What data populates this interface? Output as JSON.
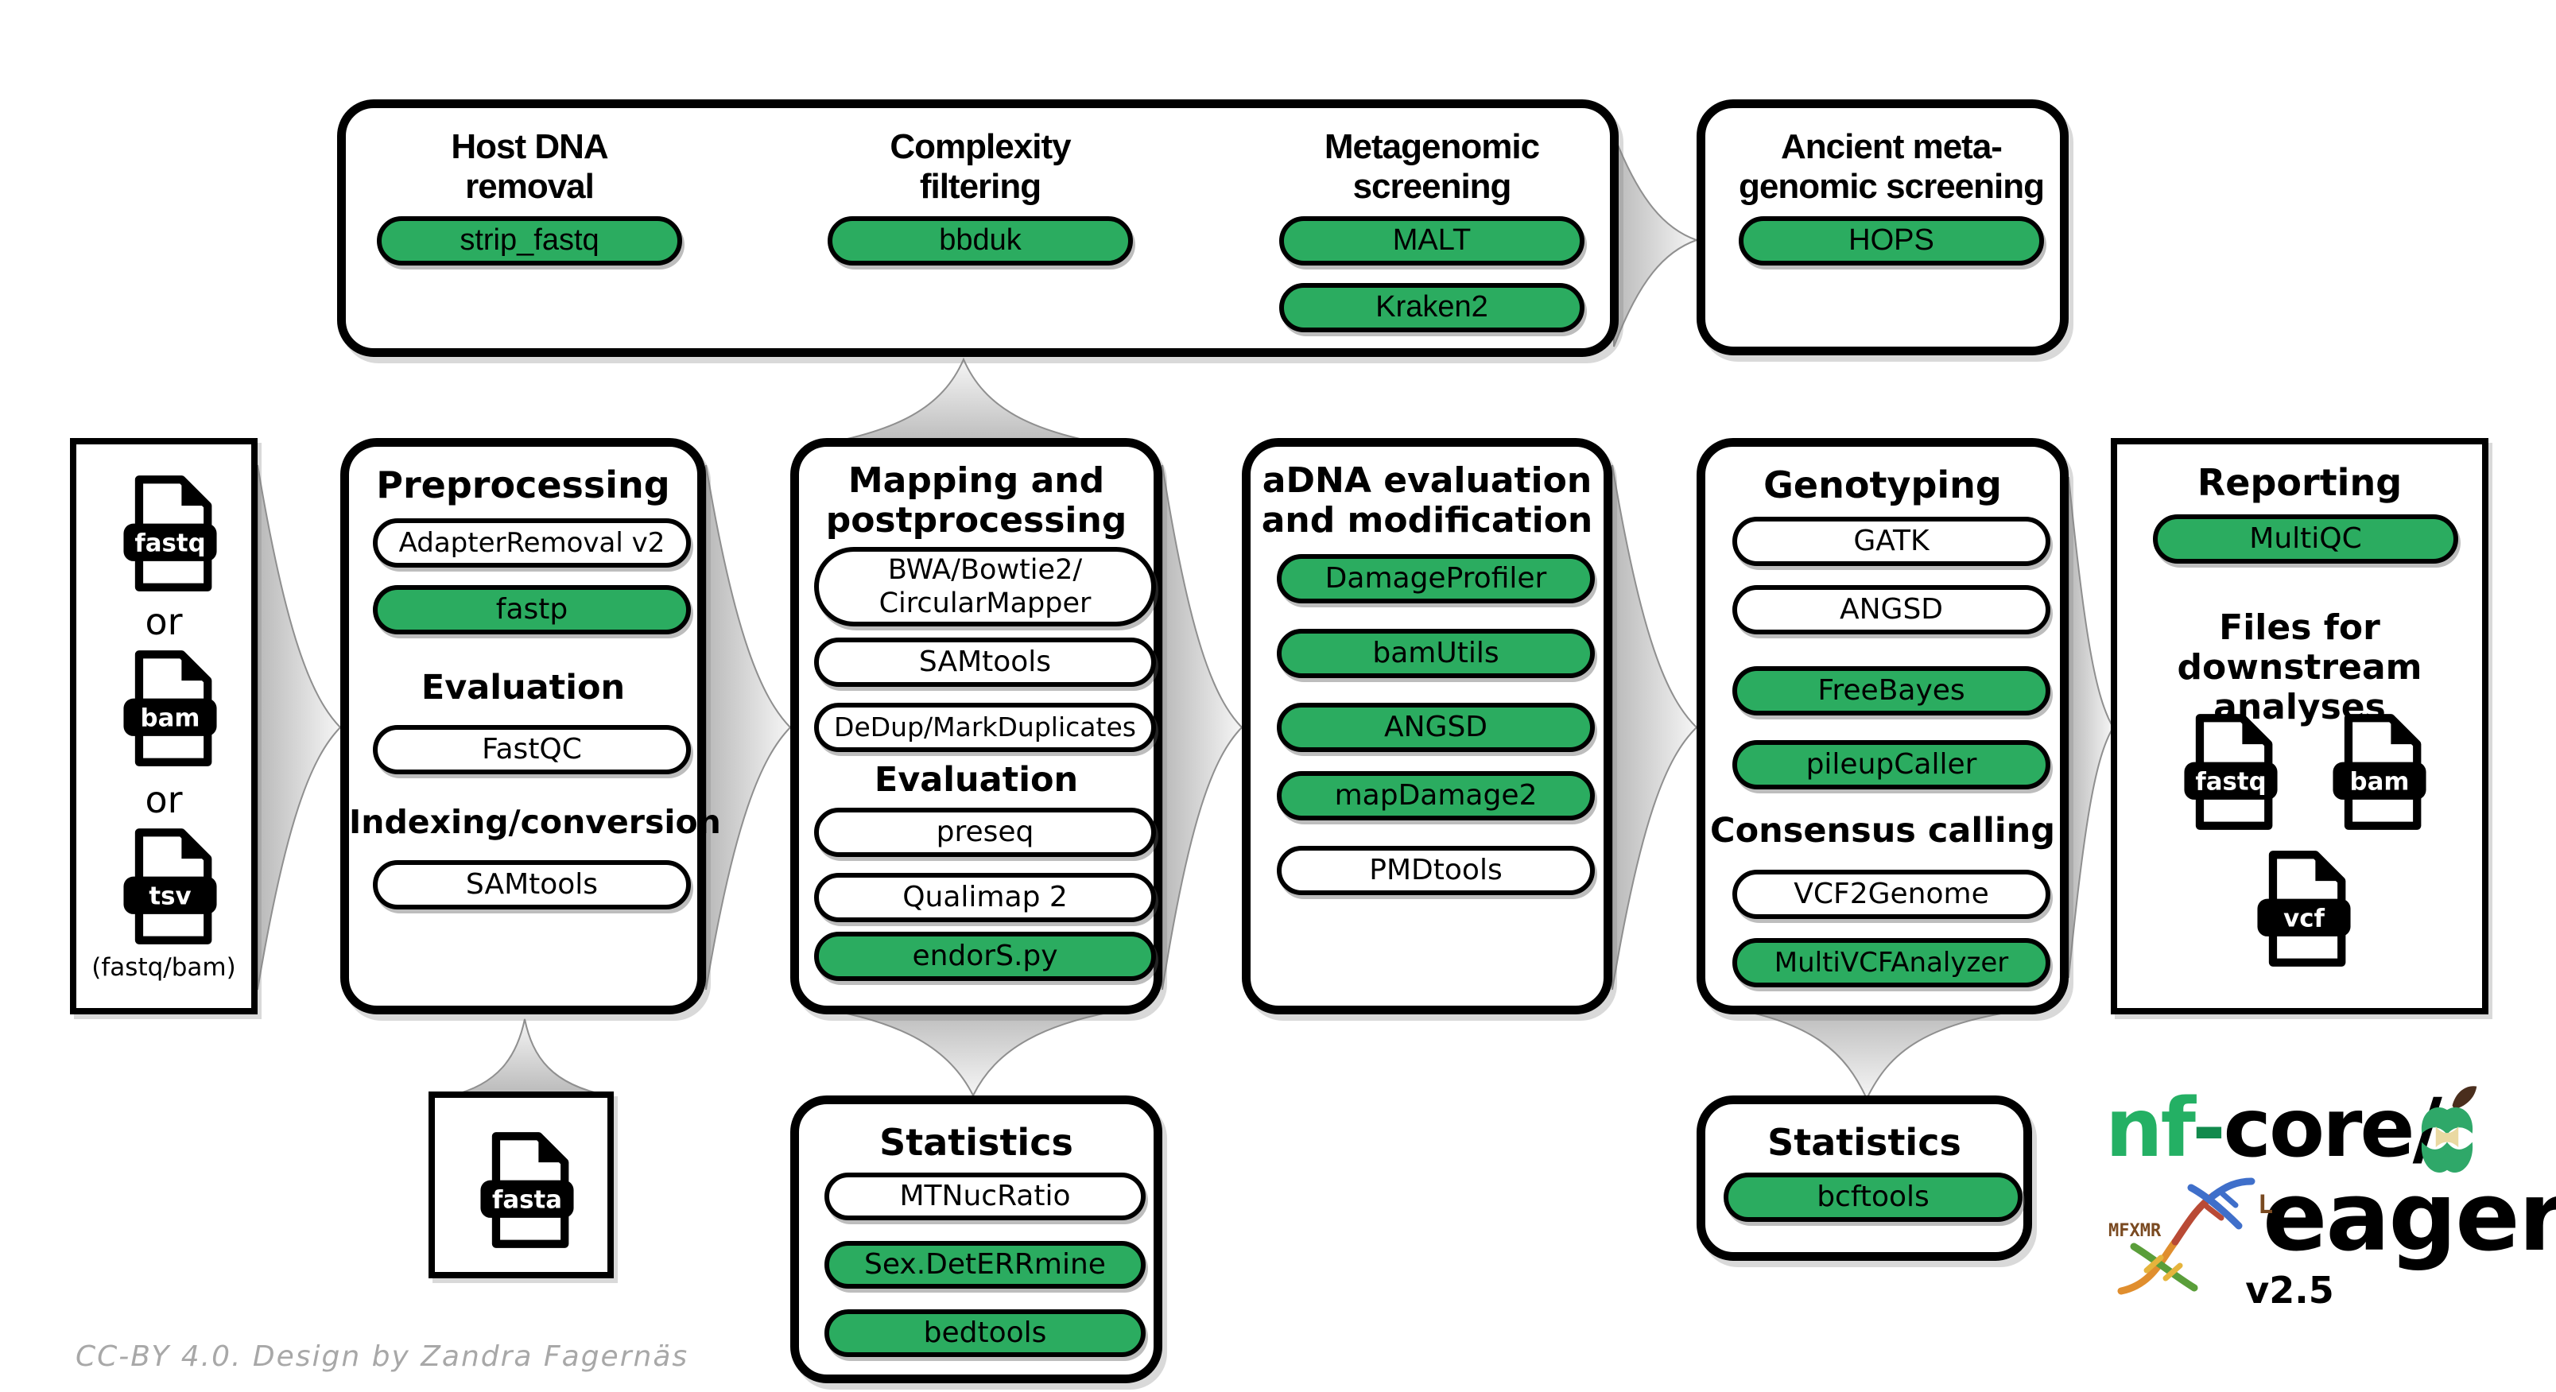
{
  "colors": {
    "green": "#2bac60",
    "logo_green": "#24b064",
    "arrow_gray": "#c0c0c0"
  },
  "top_row": {
    "host_title": "Host DNA\nremoval",
    "host_pill": "strip_fastq",
    "complexity_title": "Complexity\nfiltering",
    "complexity_pill": "bbduk",
    "metagenomic_title": "Metagenomic\nscreening",
    "metagenomic_pill1": "MALT",
    "metagenomic_pill2": "Kraken2",
    "ancient_title": "Ancient meta-\ngenomic screening",
    "ancient_pill": "HOPS"
  },
  "input_column": {
    "file1": "fastq",
    "or1": "or",
    "file2": "bam",
    "or2": "or",
    "file3": "tsv",
    "caption": "(fastq/bam)"
  },
  "preprocessing": {
    "title": "Preprocessing",
    "pill1": "AdapterRemoval v2",
    "pill2": "fastp",
    "sub1": "Evaluation",
    "pill3": "FastQC",
    "sub2": "Indexing/conversion",
    "pill4": "SAMtools"
  },
  "mapping": {
    "title": "Mapping and\npostprocessing",
    "pill1": "BWA/Bowtie2/\nCircularMapper",
    "pill2": "SAMtools",
    "pill3": "DeDup/MarkDuplicates",
    "sub1": "Evaluation",
    "pill4": "preseq",
    "pill5": "Qualimap 2",
    "pill6": "endorS.py"
  },
  "adna": {
    "title": "aDNA evaluation\nand modification",
    "pill1": "DamageProfiler",
    "pill2": "bamUtils",
    "pill3": "ANGSD",
    "pill4": "mapDamage2",
    "pill5": "PMDtools"
  },
  "genotyping": {
    "title": "Genotyping",
    "pill1": "GATK",
    "pill2": "ANGSD",
    "pill3": "FreeBayes",
    "pill4": "pileupCaller",
    "sub1": "Consensus calling",
    "pill5": "VCF2Genome",
    "pill6": "MultiVCFAnalyzer"
  },
  "reporting": {
    "title": "Reporting",
    "pill1": "MultiQC",
    "heading": "Files for downstream\nanalyses",
    "file1": "fastq",
    "file2": "bam",
    "file3": "vcf"
  },
  "fasta_box": {
    "file": "fasta"
  },
  "statistics_mid": {
    "title": "Statistics",
    "pill1": "MTNucRatio",
    "pill2": "Sex.DetERRmine",
    "pill3": "bedtools"
  },
  "statistics_right": {
    "title": "Statistics",
    "pill1": "bcftools"
  },
  "logo": {
    "brand_green": "nf",
    "brand_dash": "-",
    "brand_rest": "core/",
    "app_name": "eager",
    "version": "v2.5",
    "runes_left": "MFXMR",
    "rune_right": "L"
  },
  "credit": "CC-BY 4.0. Design by Zandra Fagernäs"
}
